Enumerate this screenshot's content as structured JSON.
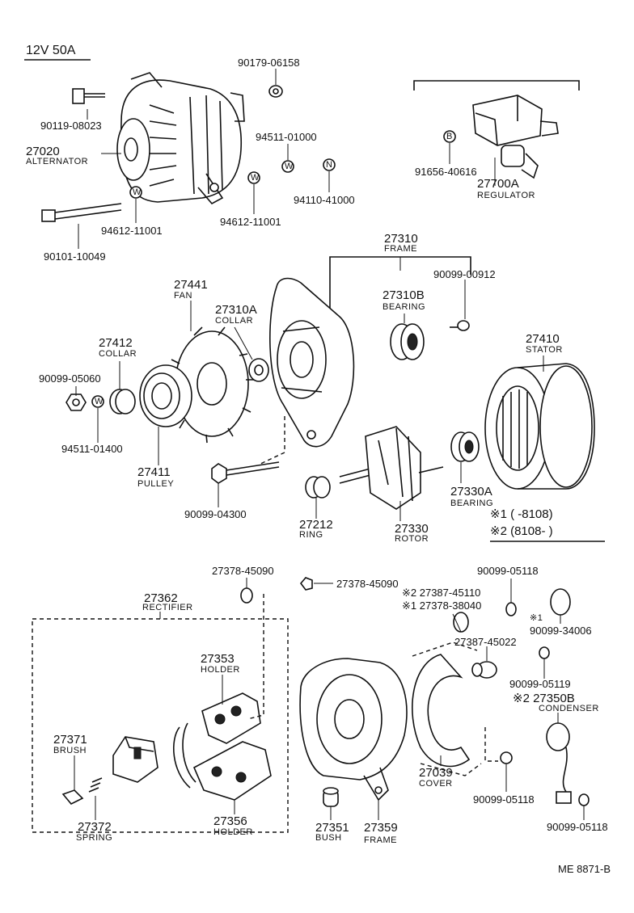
{
  "header": {
    "spec": "12V  50A",
    "doc": "ME  8871-B"
  },
  "parts": {
    "p90179_06158": "90179-06158",
    "p90119_08023": "90119-08023",
    "p27020": "27020",
    "alternator": "ALTERNATOR",
    "p94511_01000": "94511-01000",
    "p94110_41000": "94110-41000",
    "p94612_11001_a": "94612-11001",
    "p94612_11001_b": "94612-11001",
    "p90101_10049": "90101-10049",
    "p91656_40616": "91656-40616",
    "p27700A": "27700A",
    "regulator": "REGULATOR",
    "p27310": "27310",
    "frame": "FRAME",
    "p90099_00912": "90099-00912",
    "p27310B": "27310B",
    "bearing_b": "BEARING",
    "p27441": "27441",
    "fan": "FAN",
    "p27310A": "27310A",
    "collar_a": "COLLAR",
    "p27412": "27412",
    "collar": "COLLAR",
    "p27410": "27410",
    "stator": "STATOR",
    "p90099_05060": "90099-05060",
    "p94511_01400": "94511-01400",
    "p27411": "27411",
    "pulley": "PULLEY",
    "p27330A": "27330A",
    "bearing": "BEARING",
    "p90099_04300": "90099-04300",
    "p27212": "27212",
    "ring": "RING",
    "p27330": "27330",
    "rotor": "ROTOR",
    "note1": "※1 (      -8108)",
    "note2": "※2 (8108-      )",
    "p27378_45090_a": "27378-45090",
    "p27378_45090_b": "27378-45090",
    "p27387_45110": "※2 27387-45110",
    "p27378_38040": "※1 27378-38040",
    "p90099_05118_a": "90099-05118",
    "p90099_34006": "90099-34006",
    "note_s1": "※1",
    "p27362": "27362",
    "rectifier": "RECTIFIER",
    "p27387_45022": "27387-45022",
    "p90099_05119": "90099-05119",
    "p27353": "27353",
    "holder": "HOLDER",
    "p27350B": "※2 27350B",
    "condenser": "CONDENSER",
    "p27371": "27371",
    "brush": "BRUSH",
    "p27039": "27039",
    "cover": "COVER",
    "p90099_05118_b": "90099-05118",
    "p27372": "27372",
    "spring": "SPRING",
    "p27356": "27356",
    "holder_b": "HOLDER",
    "p27351": "27351",
    "bush": "BUSH",
    "p27359": "27359",
    "frame_b": "FRAME",
    "p90099_05118_c": "90099-05118"
  },
  "symbols": {
    "w": "W",
    "n": "N",
    "b": "B"
  },
  "colors": {
    "ink": "#111111",
    "paper": "#ffffff"
  }
}
